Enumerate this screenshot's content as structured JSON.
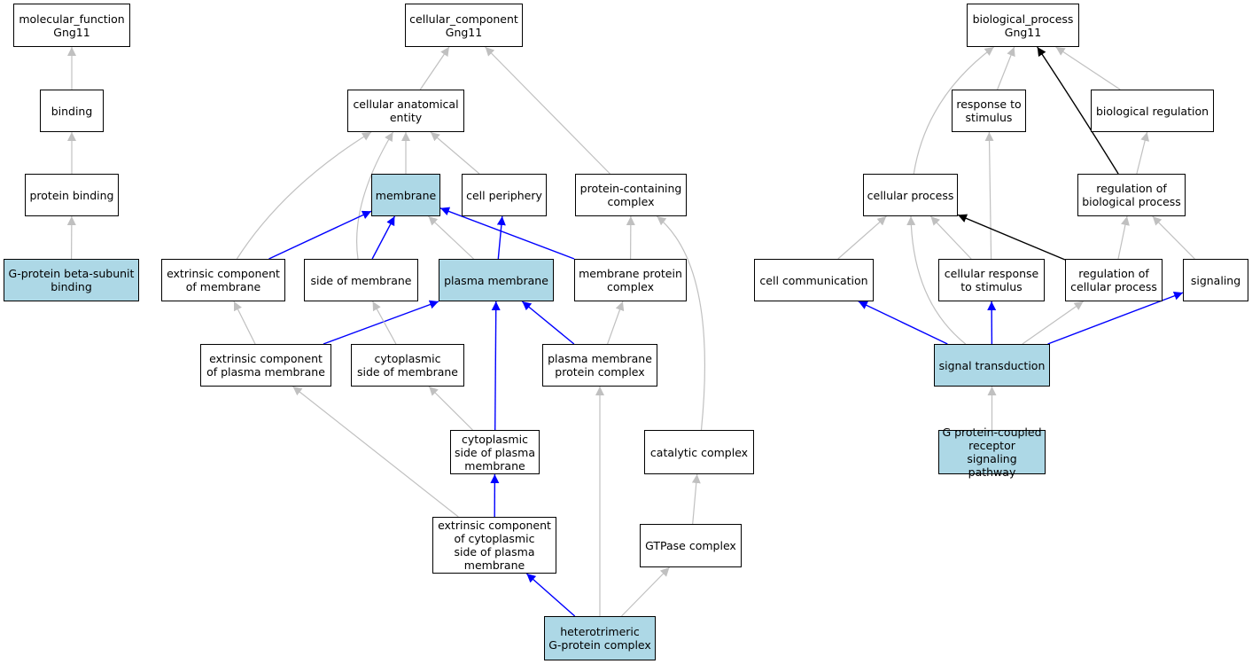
{
  "colors": {
    "highlight_fill": "#add8e6",
    "node_fill": "#ffffff",
    "edge_gray": "#c0c0c0",
    "edge_blue": "#0000ff",
    "edge_black": "#000000"
  },
  "nodes": [
    {
      "id": "mf",
      "label": "molecular_function\nGng11",
      "highlight": false
    },
    {
      "id": "binding",
      "label": "binding",
      "highlight": false
    },
    {
      "id": "protein_binding",
      "label": "protein binding",
      "highlight": false
    },
    {
      "id": "gpbsb",
      "label": "G-protein beta-subunit\nbinding",
      "highlight": true
    },
    {
      "id": "cc",
      "label": "cellular_component\nGng11",
      "highlight": false
    },
    {
      "id": "cae",
      "label": "cellular anatomical\nentity",
      "highlight": false
    },
    {
      "id": "membrane",
      "label": "membrane",
      "highlight": true
    },
    {
      "id": "cell_periphery",
      "label": "cell periphery",
      "highlight": false
    },
    {
      "id": "pcc",
      "label": "protein-containing\ncomplex",
      "highlight": false
    },
    {
      "id": "ecm",
      "label": "extrinsic component\nof membrane",
      "highlight": false
    },
    {
      "id": "som",
      "label": "side of membrane",
      "highlight": false
    },
    {
      "id": "pm",
      "label": "plasma membrane",
      "highlight": true
    },
    {
      "id": "mpc",
      "label": "membrane protein\ncomplex",
      "highlight": false
    },
    {
      "id": "ecpm",
      "label": "extrinsic component\nof plasma membrane",
      "highlight": false
    },
    {
      "id": "csm",
      "label": "cytoplasmic\nside of membrane",
      "highlight": false
    },
    {
      "id": "pmpc",
      "label": "plasma membrane\nprotein complex",
      "highlight": false
    },
    {
      "id": "cspm",
      "label": "cytoplasmic\nside of plasma\nmembrane",
      "highlight": false
    },
    {
      "id": "catalytic",
      "label": "catalytic complex",
      "highlight": false
    },
    {
      "id": "eccspm",
      "label": "extrinsic component\nof cytoplasmic\nside of plasma\nmembrane",
      "highlight": false
    },
    {
      "id": "gtpase",
      "label": "GTPase complex",
      "highlight": false
    },
    {
      "id": "hgpc",
      "label": "heterotrimeric\nG-protein complex",
      "highlight": true
    },
    {
      "id": "bp",
      "label": "biological_process\nGng11",
      "highlight": false
    },
    {
      "id": "rts",
      "label": "response to\nstimulus",
      "highlight": false
    },
    {
      "id": "bioreg",
      "label": "biological regulation",
      "highlight": false
    },
    {
      "id": "cellproc",
      "label": "cellular process",
      "highlight": false
    },
    {
      "id": "rbp",
      "label": "regulation of\nbiological process",
      "highlight": false
    },
    {
      "id": "cellcomm",
      "label": "cell communication",
      "highlight": false
    },
    {
      "id": "crts",
      "label": "cellular response\nto stimulus",
      "highlight": false
    },
    {
      "id": "rcp",
      "label": "regulation of\ncellular process",
      "highlight": false
    },
    {
      "id": "signaling",
      "label": "signaling",
      "highlight": false
    },
    {
      "id": "st",
      "label": "signal transduction",
      "highlight": true
    },
    {
      "id": "gpcr",
      "label": "G protein-coupled\nreceptor signaling\npathway",
      "highlight": true
    }
  ],
  "edges": [
    {
      "from": "binding",
      "to": "mf",
      "color": "gray"
    },
    {
      "from": "protein_binding",
      "to": "binding",
      "color": "gray"
    },
    {
      "from": "gpbsb",
      "to": "protein_binding",
      "color": "gray"
    },
    {
      "from": "cae",
      "to": "cc",
      "color": "gray"
    },
    {
      "from": "pcc",
      "to": "cc",
      "color": "gray"
    },
    {
      "from": "membrane",
      "to": "cae",
      "color": "gray"
    },
    {
      "from": "cell_periphery",
      "to": "cae",
      "color": "gray"
    },
    {
      "from": "ecm",
      "to": "cae",
      "color": "gray"
    },
    {
      "from": "som",
      "to": "cae",
      "color": "gray"
    },
    {
      "from": "ecm",
      "to": "membrane",
      "color": "blue"
    },
    {
      "from": "som",
      "to": "membrane",
      "color": "blue"
    },
    {
      "from": "pm",
      "to": "membrane",
      "color": "gray"
    },
    {
      "from": "mpc",
      "to": "membrane",
      "color": "blue"
    },
    {
      "from": "pm",
      "to": "cell_periphery",
      "color": "blue"
    },
    {
      "from": "mpc",
      "to": "pcc",
      "color": "gray"
    },
    {
      "from": "catalytic",
      "to": "pcc",
      "color": "gray"
    },
    {
      "from": "ecpm",
      "to": "ecm",
      "color": "gray"
    },
    {
      "from": "ecpm",
      "to": "pm",
      "color": "blue"
    },
    {
      "from": "csm",
      "to": "som",
      "color": "gray"
    },
    {
      "from": "cspm",
      "to": "csm",
      "color": "gray"
    },
    {
      "from": "cspm",
      "to": "pm",
      "color": "blue"
    },
    {
      "from": "pmpc",
      "to": "pm",
      "color": "blue"
    },
    {
      "from": "pmpc",
      "to": "mpc",
      "color": "gray"
    },
    {
      "from": "eccspm",
      "to": "ecpm",
      "color": "gray"
    },
    {
      "from": "eccspm",
      "to": "cspm",
      "color": "blue"
    },
    {
      "from": "hgpc",
      "to": "eccspm",
      "color": "blue"
    },
    {
      "from": "hgpc",
      "to": "pmpc",
      "color": "gray"
    },
    {
      "from": "hgpc",
      "to": "gtpase",
      "color": "gray"
    },
    {
      "from": "gtpase",
      "to": "catalytic",
      "color": "gray"
    },
    {
      "from": "rts",
      "to": "bp",
      "color": "gray"
    },
    {
      "from": "bioreg",
      "to": "bp",
      "color": "gray"
    },
    {
      "from": "cellproc",
      "to": "bp",
      "color": "gray"
    },
    {
      "from": "rbp",
      "to": "bp",
      "color": "black"
    },
    {
      "from": "rbp",
      "to": "bioreg",
      "color": "gray"
    },
    {
      "from": "crts",
      "to": "rts",
      "color": "gray"
    },
    {
      "from": "cellcomm",
      "to": "cellproc",
      "color": "gray"
    },
    {
      "from": "crts",
      "to": "cellproc",
      "color": "gray"
    },
    {
      "from": "rcp",
      "to": "cellproc",
      "color": "black"
    },
    {
      "from": "st",
      "to": "cellproc",
      "color": "gray"
    },
    {
      "from": "rcp",
      "to": "rbp",
      "color": "gray"
    },
    {
      "from": "signaling",
      "to": "rbp",
      "color": "gray"
    },
    {
      "from": "st",
      "to": "cellcomm",
      "color": "blue"
    },
    {
      "from": "st",
      "to": "crts",
      "color": "blue"
    },
    {
      "from": "st",
      "to": "rcp",
      "color": "gray"
    },
    {
      "from": "st",
      "to": "signaling",
      "color": "blue"
    },
    {
      "from": "gpcr",
      "to": "st",
      "color": "gray"
    }
  ]
}
